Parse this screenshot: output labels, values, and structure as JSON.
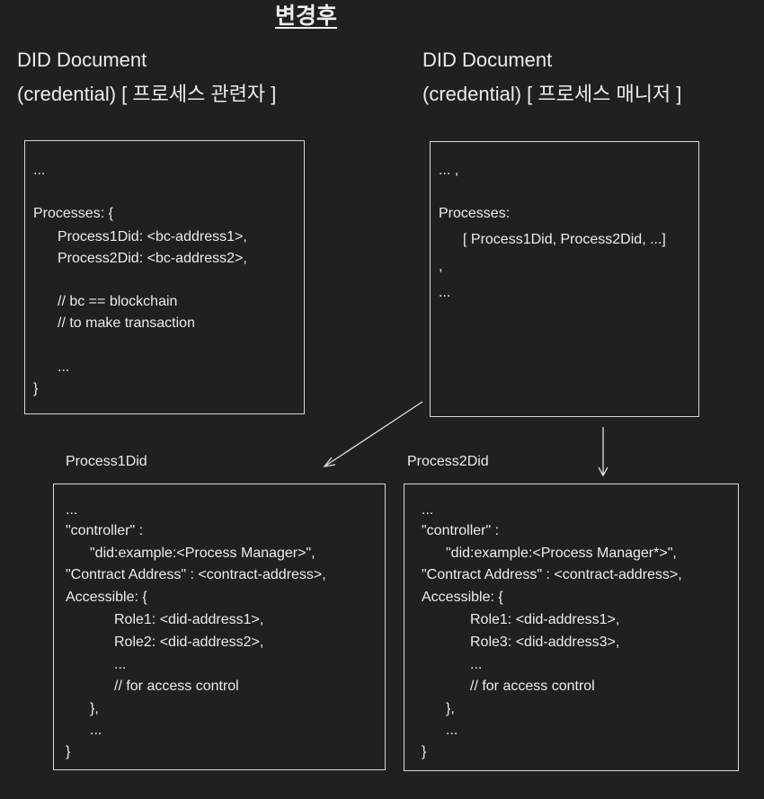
{
  "title": "변경후",
  "left_doc": {
    "heading": "DID Document",
    "subheading": "(credential) [ 프로세스 관련자 ]",
    "lines": [
      "...",
      "Processes: {",
      "Process1Did: <bc-address1>,",
      "Process2Did: <bc-address2>,",
      "// bc == blockchain",
      "// to make transaction",
      "...",
      "}"
    ]
  },
  "right_doc": {
    "heading": "DID Document",
    "subheading": "(credential) [ 프로세스 매니저 ]",
    "lines": [
      "... ,",
      "Processes:",
      "[ Process1Did, Process2Did, ...]",
      ",",
      "..."
    ]
  },
  "process1": {
    "label": "Process1Did",
    "lines": [
      "...",
      "\"controller\" :",
      "\"did:example:<Process Manager>\",",
      "\"Contract Address\" : <contract-address>,",
      "Accessible: {",
      "Role1: <did-address1>,",
      "Role2: <did-address2>,",
      "...",
      "// for access control",
      "},",
      "...",
      "}"
    ]
  },
  "process2": {
    "label": "Process2Did",
    "lines": [
      "...",
      "\"controller\" :",
      "\"did:example:<Process Manager*>\",",
      "\"Contract Address\" : <contract-address>,",
      "Accessible: {",
      "Role1: <did-address1>,",
      "Role3: <did-address3>,",
      "...",
      "// for access control",
      "},",
      "...",
      "}"
    ]
  }
}
